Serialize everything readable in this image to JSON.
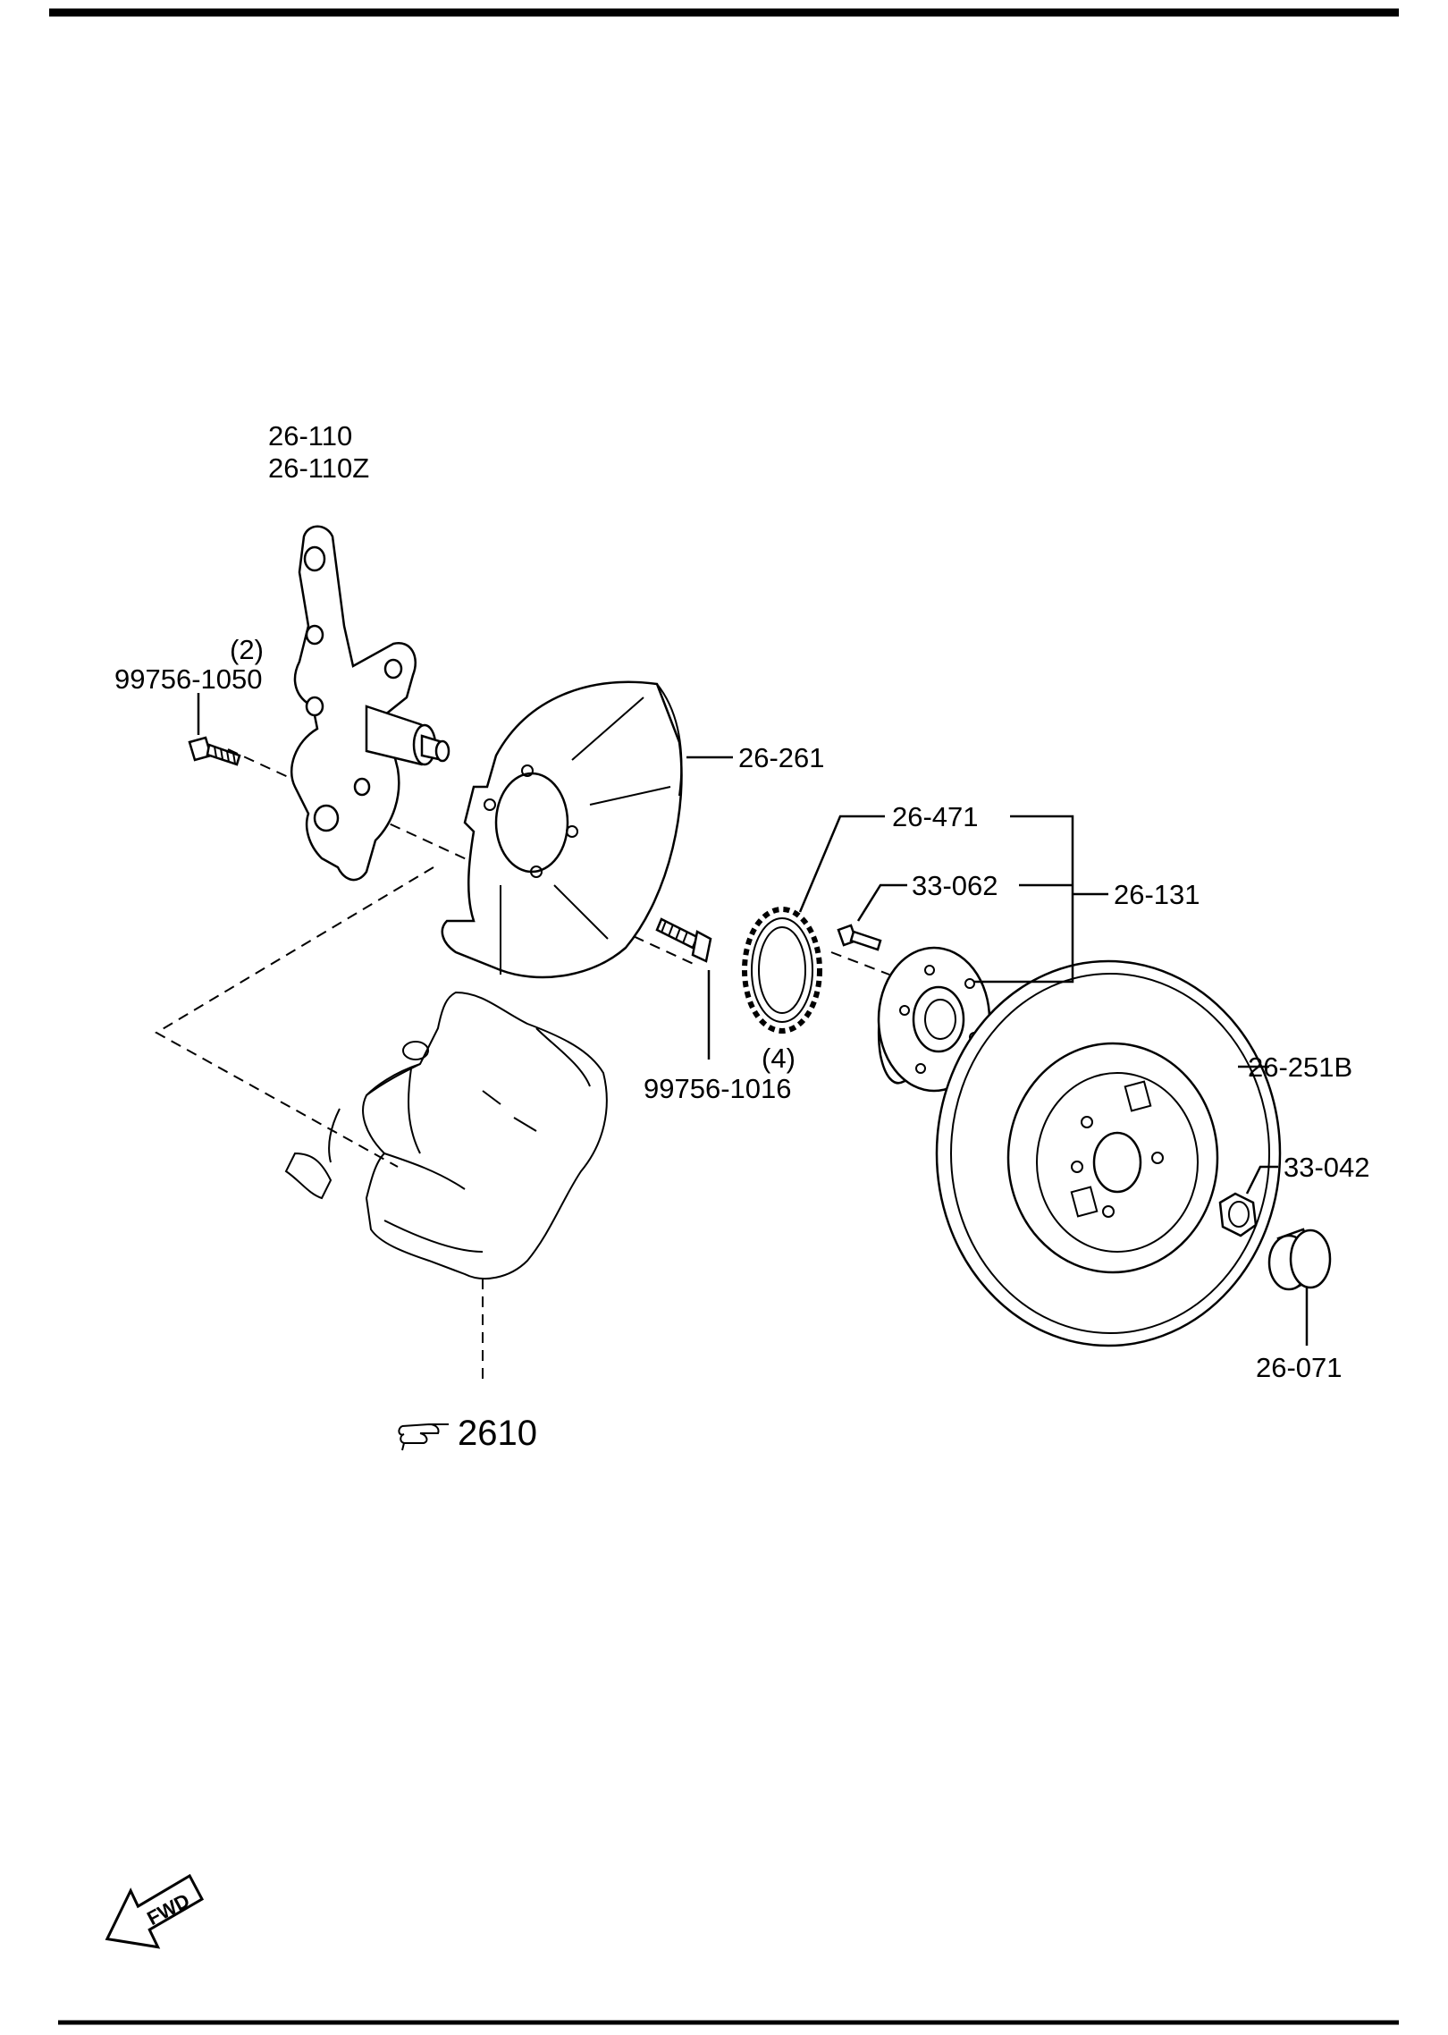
{
  "callouts": {
    "knuckle": "26-110",
    "knuckle_z": "26-110Z",
    "bolt_knuckle_qty": "(2)",
    "bolt_knuckle": "99756-1050",
    "dust_cover": "26-261",
    "abs_ring": "26-471",
    "hub_bolt": "33-062",
    "hub_assembly": "26-131",
    "bolt_cover_qty": "(4)",
    "bolt_cover": "99756-1016",
    "disc": "26-251B",
    "nut": "33-042",
    "cap": "26-071",
    "caliper_ref": "2610"
  },
  "fwd_label": "FWD"
}
